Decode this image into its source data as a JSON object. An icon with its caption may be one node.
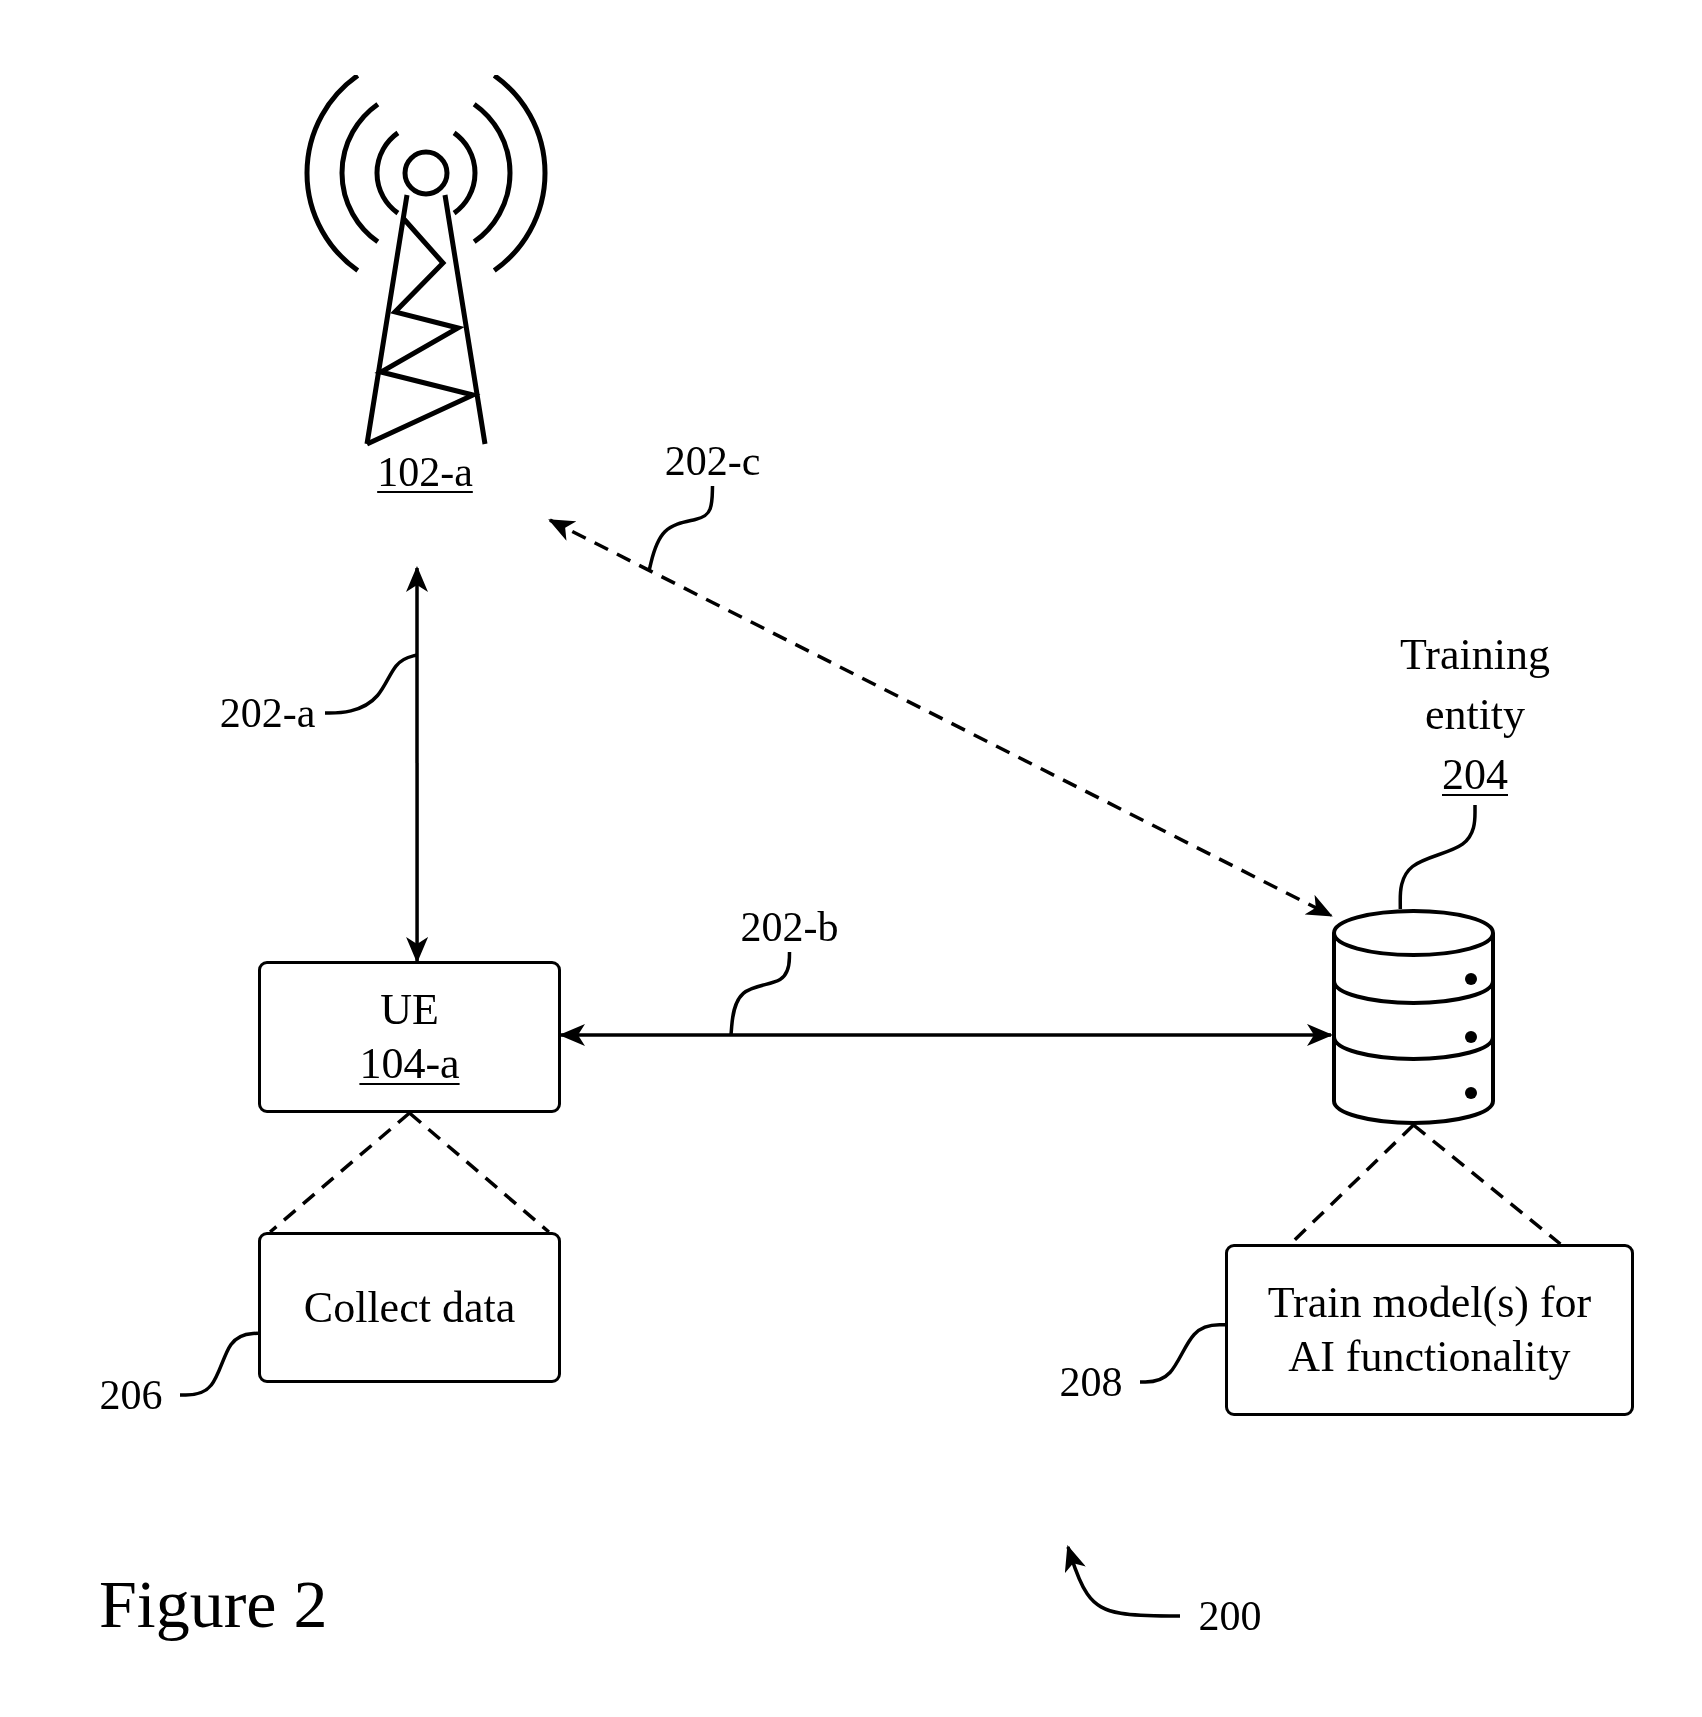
{
  "diagram": {
    "title": "Figure 2",
    "nodes": [
      {
        "text": [
          "102-a"
        ]
      },
      {
        "text": [
          "202-c"
        ]
      },
      {
        "text": [
          "202-a"
        ]
      },
      {
        "text": [
          "Training entity",
          "204"
        ]
      },
      {
        "text": [
          "202-b"
        ]
      },
      {
        "text": [
          "UE",
          "104-a"
        ]
      },
      {
        "text": [],
        "shape": "cylinder"
      },
      {
        "text": [
          "Collect data"
        ]
      },
      {
        "text": [
          "206"
        ]
      },
      {
        "text": [
          "208"
        ]
      },
      {
        "text": [
          "Train model(s) for AI functionality"
        ]
      },
      {
        "text": [
          "200"
        ]
      }
    ],
    "edges": [
      {
        "from": 0,
        "to": 5,
        "arrow": "both"
      },
      {
        "from": 0,
        "to": 6,
        "arrow": "both",
        "style": "dashed"
      },
      {
        "from": 5,
        "to": 6,
        "arrow": "both"
      },
      {
        "from": 5,
        "to": 7,
        "arrow": "none",
        "style": "dashed"
      },
      {
        "from": 5,
        "to": 7,
        "arrow": "none",
        "style": "dashed"
      },
      {
        "from": 6,
        "to": 10,
        "arrow": "none",
        "style": "dashed"
      },
      {
        "from": 6,
        "to": 10,
        "arrow": "none",
        "style": "dashed"
      },
      {
        "from": 1,
        "to": null,
        "arrow": "none"
      },
      {
        "from": 2,
        "to": null,
        "arrow": "none"
      },
      {
        "from": 4,
        "to": null,
        "arrow": "none"
      },
      {
        "from": 3,
        "to": 6,
        "arrow": "none"
      },
      {
        "from": 8,
        "to": 7,
        "arrow": "none"
      },
      {
        "from": 9,
        "to": 10,
        "arrow": "none"
      },
      {
        "from": 11,
        "to": null,
        "arrow": "to"
      }
    ]
  }
}
